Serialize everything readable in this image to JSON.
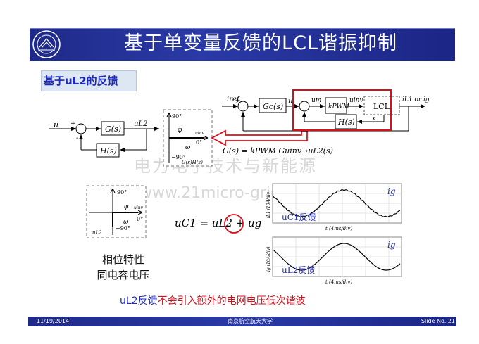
{
  "slide": {
    "title": "基于单变量反馈的LCL谐振抑制",
    "subtitle": "基于uL2的反馈",
    "caption_line1": "相位特性",
    "caption_line2": "同电容电压",
    "bottom_note_prefix": "uL2反馈",
    "bottom_note_text": "不会引入额外的电网电压低次谐波",
    "watermark_cn": "电力电子技术与新能源",
    "watermark_url": "www.21micro-grid.cn",
    "footer": {
      "date": "11/19/2014",
      "university": "南京航空航天大学",
      "slide_no": "Slide No. 21"
    }
  },
  "diagram_left": {
    "input": "u",
    "plus": "+",
    "minus": "-",
    "g_block": "G(s)",
    "output": "uL2",
    "h_block": "H(s)"
  },
  "phase_box_top": {
    "deg_top": "90°",
    "deg_right": "0°",
    "deg_bottom": "−90°",
    "phi": "φ",
    "omega": "ω",
    "uinv": "uinv",
    "label": "G(s)H(s)"
  },
  "diagram_top": {
    "iref": "iref",
    "plus": "+",
    "gc": "Gc(s)",
    "u_sig": "u",
    "um": "um",
    "kpwm": "kPWM",
    "uinv": "uinv",
    "lcl": "LCL",
    "out": "iL1 or ig",
    "h_block": "H(s)",
    "x_sig": "x"
  },
  "equation_g": "G(s) = kPWM Guinv→uL2(s)",
  "phase_box_bottom": {
    "deg_top": "90°",
    "deg_right": "0°",
    "deg_bottom": "−90°",
    "phi": "φ",
    "omega": "ω",
    "uinv": "uinv",
    "ul2": "uL2"
  },
  "equation_uc": "uC1 = uL2 + ug",
  "waveforms": [
    {
      "trace_label": "ig",
      "legend": "uC1反馈",
      "y_axis": "iL1 (10A/div)",
      "x_axis": "t (4ms/div)",
      "color": "#1f2ab8"
    },
    {
      "trace_label": "ig",
      "legend": "uL2反馈",
      "y_axis": "ig (10A/div)",
      "x_axis": "t (4ms/div)",
      "color": "#1f2ab8"
    }
  ],
  "colors": {
    "header": "#1f2a88",
    "highlight_red": "#d6101b",
    "label_blue": "#1f2ab8"
  }
}
